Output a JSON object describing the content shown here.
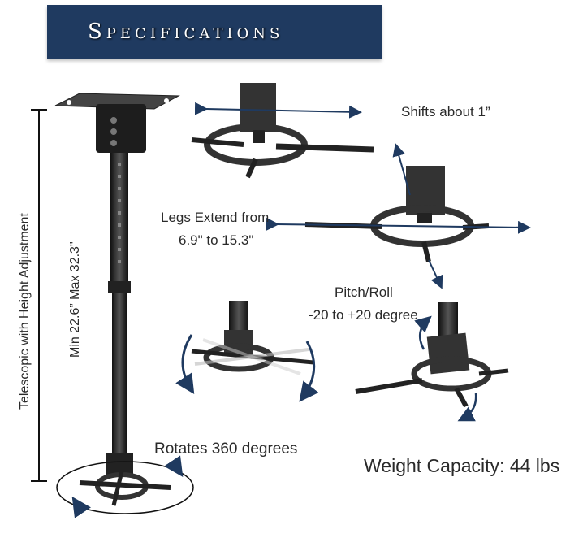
{
  "banner": {
    "title": "Specifications"
  },
  "labels": {
    "shift": "Shifts about 1”",
    "legs_line1": "Legs Extend from",
    "legs_line2": "6.9\" to 15.3\"",
    "pitch_line1": "Pitch/Roll",
    "pitch_line2": "-20 to +20 degree",
    "rotate": "Rotates 360 degrees",
    "weight": "Weight Capacity: 44 lbs",
    "telescopic": "Telescopic with Height Adjustment",
    "minmax": "Min 22.6” Max 32.3\""
  },
  "colors": {
    "banner": "#1f3a60",
    "arrow": "#1f3a60",
    "metal": "#2b2b2b"
  },
  "icons": [
    "double-arrow-icon",
    "curved-arrow-icon",
    "projector-mount-icon"
  ]
}
